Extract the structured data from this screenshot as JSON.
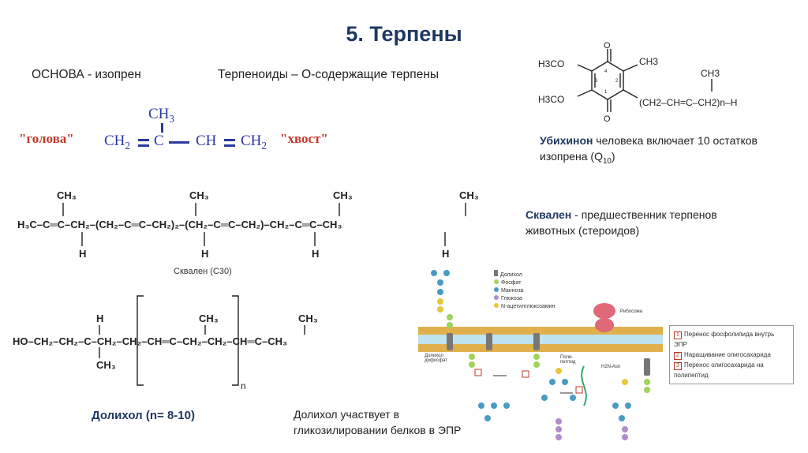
{
  "slide": {
    "title": "5.  Терпены",
    "osnova": "ОСНОВА - изопрен",
    "terpenoids": "Терпеноиды – О-содержащие терпены"
  },
  "isoprene": {
    "head": "\"голова\"",
    "tail": "\"хвост\"",
    "ch3": "CH",
    "ch3_sub": "3",
    "ch2_left": "CH",
    "ch2_sub": "2",
    "c": "C",
    "ch": "CH",
    "ch2_right": "CH",
    "ch2_right_sub": "2"
  },
  "ubiquinone": {
    "name": "Убихинон",
    "desc1": " человека  включает 10 остатков",
    "desc2": "изопрена (Q",
    "desc2_sub": "10",
    "desc2_end": ")",
    "h3co_top": "H3CO",
    "h3co_bottom": "H3CO",
    "ch3_right": "CH3",
    "ch3_chain": "CH3",
    "chain": "(CH2–CH=C–CH2)n–H"
  },
  "squalene": {
    "name": "Сквален",
    "desc": " - предшественник терпенов",
    "desc2": "животных (стероидов)",
    "caption": "Сквален  (C30)"
  },
  "dolichol": {
    "label": "Долихол (n= 8-10)",
    "desc1": "Долихол участвует в",
    "desc2": "гликозилировании белков в ЭПР",
    "n": "n"
  },
  "scheme": {
    "legend": [
      "Долихол",
      "Фосфат",
      "Манноза",
      "Глюкоза",
      "N-ацетилглюкозамин"
    ],
    "ribosome": "Рибосома",
    "dolichol_diphosphate": "Долихол дифосфат",
    "polypeptide": "Поли- пептид",
    "asn": "H2N-Asn",
    "steps": [
      "Перенос фосфолипида внутрь ЭПР",
      "Наращивание олигосахарида",
      "Перенос олигосахарида на полипептид"
    ],
    "step_numbers": [
      "1",
      "2",
      "3"
    ]
  },
  "colors": {
    "title": "#1f3864",
    "red": "#c0392b",
    "blue": "#2b3a9e",
    "membrane": "#d9a441"
  }
}
